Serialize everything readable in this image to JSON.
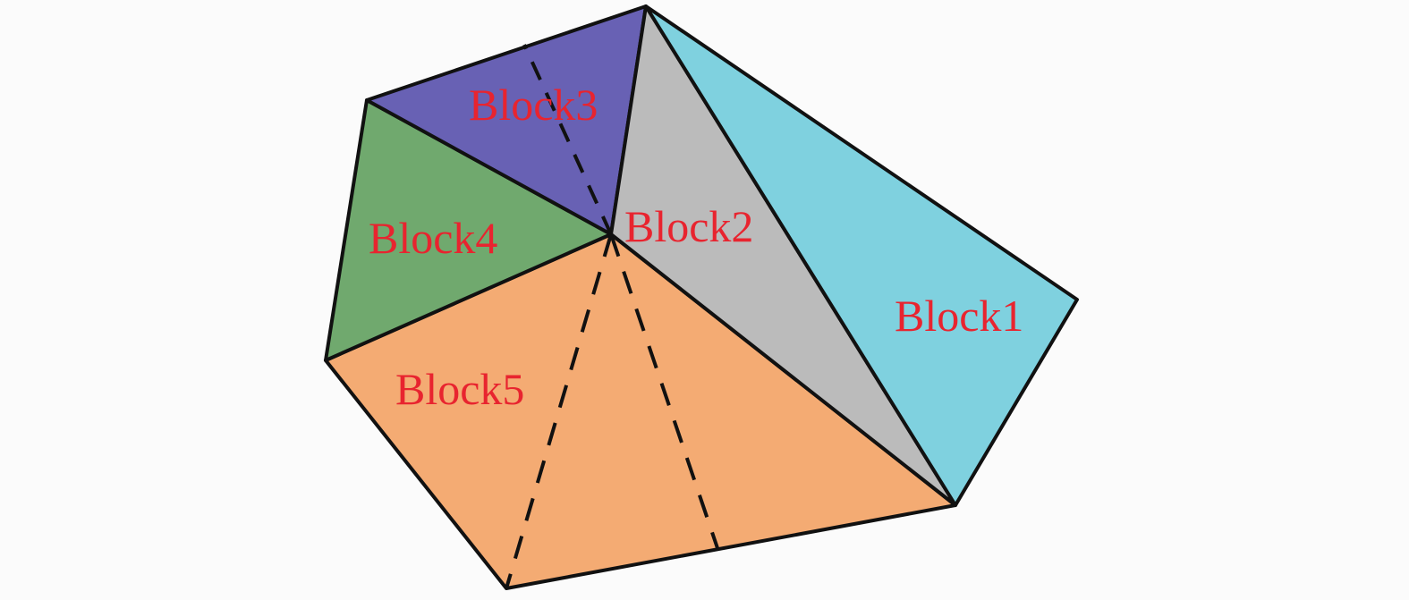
{
  "diagram": {
    "blocks": [
      {
        "id": "block1",
        "label": "Block1",
        "color": "#7fd1df"
      },
      {
        "id": "block2",
        "label": "Block2",
        "color": "#bbbbbb"
      },
      {
        "id": "block3",
        "label": "Block3",
        "color": "#6861b4"
      },
      {
        "id": "block4",
        "label": "Block4",
        "color": "#70a96e"
      },
      {
        "id": "block5",
        "label": "Block5",
        "color": "#f4ab73"
      }
    ],
    "label_color": "#e8242f",
    "edge_color": "#111111"
  }
}
